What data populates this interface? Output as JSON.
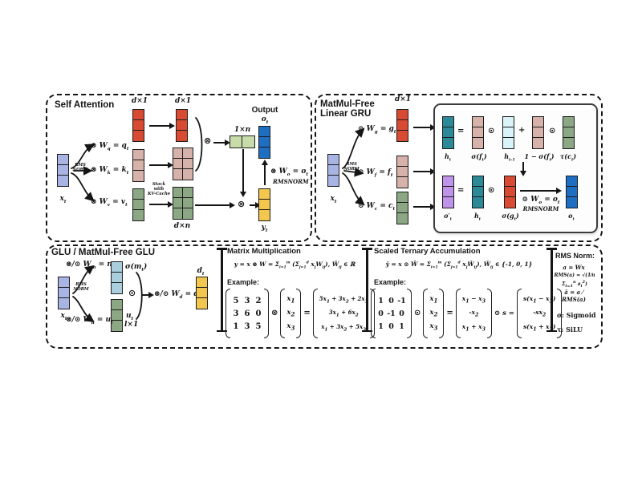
{
  "colors": {
    "x_blue": "#a8b4e4",
    "red": "#d94a32",
    "pink": "#d7b2aa",
    "green": "#8ba784",
    "light_green": "#c8dcaa",
    "yellow": "#f3c74d",
    "out_blue": "#1e6ec2",
    "teal": "#2c8a98",
    "cyan": "#d9f3f8",
    "purple": "#bf93ea",
    "glu_blue": "#a9cede",
    "line": "#151515"
  },
  "sa": {
    "title": "Self Attention",
    "x": "x_{t}",
    "rms1": "RMS",
    "rms2": "NORM",
    "wq": "⊗ W_{q} = q_{t}",
    "wk": "⊗ W_{k} = k_{t}",
    "wv": "⊗ W_{v} = v_{t}",
    "d1_left": "d×1",
    "d1_right": "d×1",
    "stack1": "Stack",
    "stack2": "with",
    "stack3": "KV-Cache",
    "dxn": "d×n",
    "oxn": "1×n",
    "op_qk": "⊗",
    "op_v": "⊗",
    "output": "Output",
    "o": "o_{t}",
    "wo": "⊗ W_{o} = o_{t}",
    "rmsnorm": "RMSNORM",
    "y": "y_{t}"
  },
  "gru": {
    "title1": "MatMul-Free",
    "title2": "Linear GRU",
    "x": "x_{t}",
    "rms1": "RMS",
    "rms2": "NORM",
    "wg": "⊙ W_{g} = g_{t}",
    "wf": "⊙ W_{f} = f_{t}",
    "wc": "⊙ W_{c} = c_{t}",
    "d1": "d×1",
    "ht": "h_{t}",
    "sft": "σ(f_{t})",
    "htm1": "h_{t-1}",
    "one_minus": "1 − σ(f_{t})",
    "tct": "τ(c_{t})",
    "otp": "o′_{t}",
    "ht2": "h_{t}",
    "sgt": "σ(g_{t})",
    "wo": "⊙ W_{o} = o_{t}",
    "rmsnorm": "RMSNORM",
    "ot": "o_{t}",
    "eq": "=",
    "plus": "+",
    "odot": "⊙"
  },
  "glu": {
    "title": "GLU / MatMul-Free GLU",
    "x": "x_{t}",
    "rms1": "RMS",
    "rms2": "NORM",
    "wm": "⊗/⊙ W_{m} = m_{t}",
    "wu": "⊗/⊙ W_{u} = u_{t}",
    "wd": "⊗/⊙ W_{d} = d_{t}",
    "sigm": "σ(m_{t})",
    "u": "u_{t}",
    "lx1": "l×1",
    "d": "d_{t}",
    "odot": "⊙"
  },
  "matmul": {
    "title": "Matrix Multiplication",
    "formula": "y = x ⊗ W = Σ_{i=1}^{m} (Σ_{j=1}^{d} x_{j}W_{ij}),   W̄_{ij} ∈ ℝ",
    "example_label": "Example:",
    "op": "⊗",
    "eq": "=",
    "matrix": [
      [
        "5",
        "3",
        "2"
      ],
      [
        "3",
        "6",
        "0"
      ],
      [
        "1",
        "3",
        "5"
      ]
    ],
    "vector": [
      "x_{1}",
      "x_{2}",
      "x_{3}"
    ],
    "result": [
      "5x_{1} + 3x_{2} + 2x_{3}",
      "3x_{1} + 6x_{2}",
      "x_{1} + 3x_{2} + 5x_{3}"
    ]
  },
  "ternary": {
    "title": "Scaled Ternary Accumulation",
    "formula": "ȳ = x ⊙ W̄ = Σ_{i=1}^{m} (Σ_{j=1}^{d} x_{j}W̄_{ij}),   W̄_{ij} ∈ {-1, 0, 1}",
    "example_label": "Example:",
    "op": "⊙",
    "eq": "=",
    "mid": "⊙ s =",
    "matrix": [
      [
        "1",
        "0",
        "-1"
      ],
      [
        "0",
        "-1",
        "0"
      ],
      [
        "1",
        "0",
        "1"
      ]
    ],
    "vector": [
      "x_{1}",
      "x_{2}",
      "x_{3}"
    ],
    "result1": [
      "x_{1} − x_{3}",
      "-x_{2}",
      "x_{1} + x_{3}"
    ],
    "result2": [
      "s(x_{1} − x_{3})",
      "-sx_{2}",
      "s(x_{1} + x_{3})"
    ]
  },
  "rms": {
    "title": "RMS Norm:",
    "eq1": "a = Wx",
    "eq2": "RMS(a) = √(1⁄n Σ_{i=1}^{n} a_{i}^{2})",
    "eq3": "ā = a ⁄ RMS(a)",
    "sigma": "σ:  Sigmoid",
    "tau": "τ:  SiLU"
  }
}
